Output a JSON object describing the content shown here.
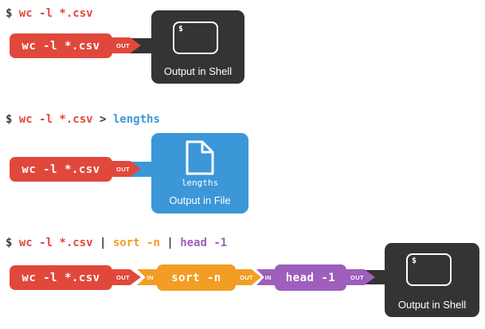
{
  "colors": {
    "red": "#e0483b",
    "blue": "#3b97d8",
    "orange": "#f29e25",
    "purple": "#9d5fbb",
    "dark": "#343434",
    "plain": "#3b3b3b"
  },
  "rows": [
    {
      "header": {
        "prompt": "$ ",
        "command": "wc -l *.csv"
      },
      "pipeline": {
        "wc_label": "wc -l *.csv",
        "out1": "OUT"
      },
      "output": {
        "terminal_prompt": "$",
        "label": "Output in Shell"
      }
    },
    {
      "header": {
        "prompt": "$ ",
        "command": "wc -l *.csv",
        "operator": " > ",
        "target": "lengths"
      },
      "pipeline": {
        "wc_label": "wc -l *.csv",
        "out1": "OUT"
      },
      "output": {
        "filename": "lengths",
        "label": "Output in File"
      }
    },
    {
      "header": {
        "prompt": "$ ",
        "command": "wc -l *.csv",
        "pipe1": " | ",
        "command2": "sort -n",
        "pipe2": " | ",
        "command3": "head -1"
      },
      "pipeline": {
        "wc_label": "wc -l *.csv",
        "out1": "OUT",
        "in1": "IN",
        "sort_label": "sort -n",
        "out2": "OUT",
        "in2": "IN",
        "head_label": "head -1",
        "out3": "OUT"
      },
      "output": {
        "terminal_prompt": "$",
        "label": "Output in Shell"
      }
    }
  ]
}
